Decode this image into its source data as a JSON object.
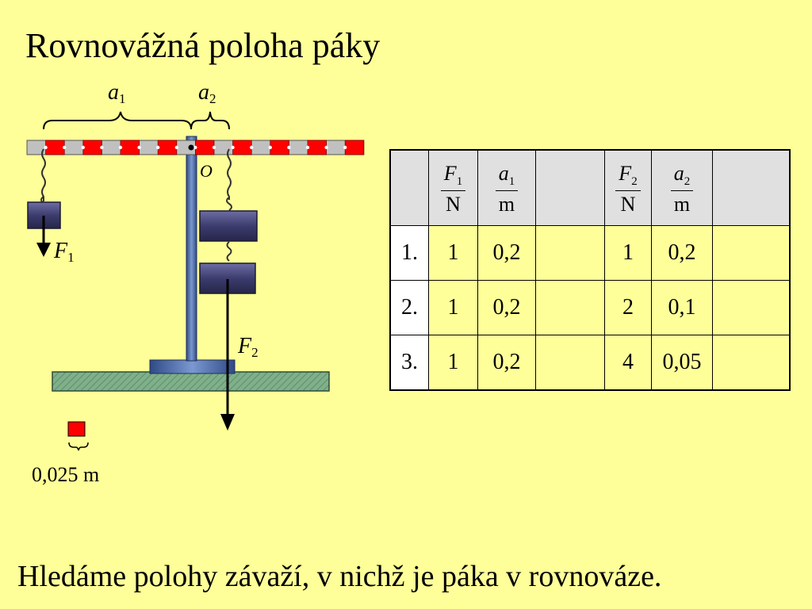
{
  "title": "Rovnovážná poloha páky",
  "footer": "Hledáme polohy závaží, v nichž je páka v rovnováze.",
  "diagram": {
    "arm1_label": "a",
    "arm1_sub": "1",
    "arm2_label": "a",
    "arm2_sub": "2",
    "pivot_label": "O",
    "force1_label": "F",
    "force1_sub": "1",
    "force2_label": "F",
    "force2_sub": "2",
    "scale_label": "0,025 m"
  },
  "table": {
    "headers": [
      {
        "type": "empty"
      },
      {
        "type": "fraction",
        "num": "F",
        "num_sub": "1",
        "den": "N"
      },
      {
        "type": "fraction",
        "num": "a",
        "num_sub": "1",
        "den": "m"
      },
      {
        "type": "empty"
      },
      {
        "type": "fraction",
        "num": "F",
        "num_sub": "2",
        "den": "N"
      },
      {
        "type": "fraction",
        "num": "a",
        "num_sub": "2",
        "den": "m"
      },
      {
        "type": "empty"
      }
    ],
    "rows": [
      {
        "label": "1.",
        "F1": "1",
        "a1": "0,2",
        "F2": "1",
        "a2": "0,2"
      },
      {
        "label": "2.",
        "F1": "1",
        "a1": "0,2",
        "F2": "2",
        "a2": "0,1"
      },
      {
        "label": "3.",
        "F1": "1",
        "a1": "0,2",
        "F2": "4",
        "a2": "0,05"
      }
    ]
  },
  "colors": {
    "background": "#ffff99",
    "lever_gray": "#c0c0c0",
    "lever_red": "#ff0000",
    "stand_blue": "#4d6ba8",
    "weight_dark": "#3c3c6e",
    "base_green": "#7fb08a",
    "table_header_gray": "#e0e0e0"
  }
}
